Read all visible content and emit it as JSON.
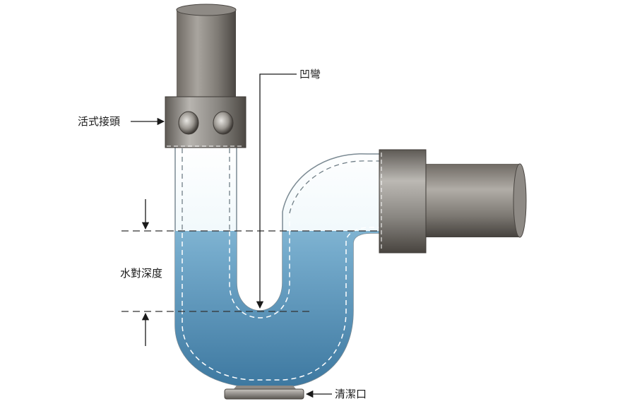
{
  "diagram": {
    "labels": {
      "slip_joint": "活式接頭",
      "trap_bend": "凹彎",
      "water_seal_depth": "水對深度",
      "cleanout": "清潔口"
    },
    "watermark": "",
    "colors": {
      "water_top": "#dceff6",
      "water_bottom": "#3d78a0",
      "pipe_dark": "#55514c",
      "pipe_light": "#a9a59f",
      "nut": "#8a8782"
    }
  }
}
